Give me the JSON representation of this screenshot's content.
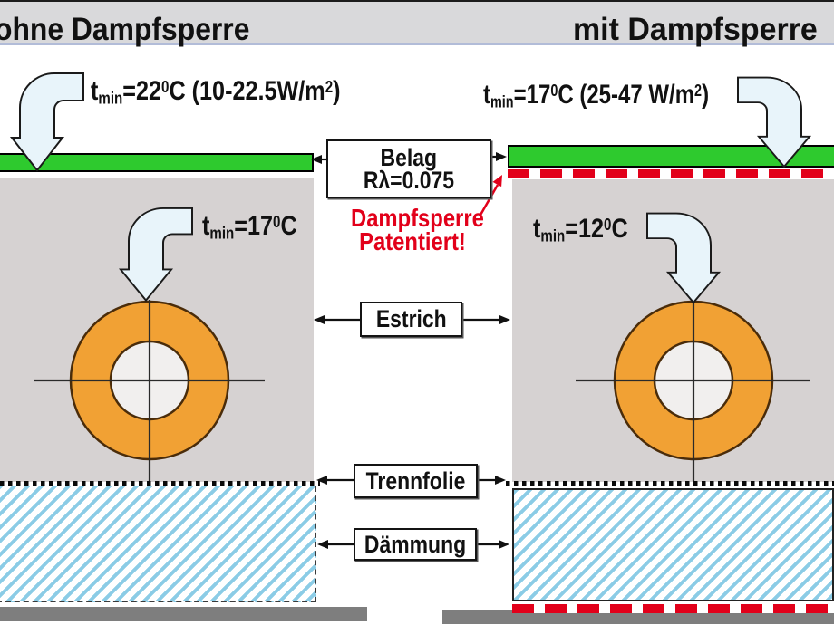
{
  "colors": {
    "green": "#2eca2e",
    "orange": "#f1a134",
    "panel_gray": "#d6d2d2",
    "hatch_blue": "#8bcce6",
    "bar_gray": "#7e7e7e",
    "red": "#e2001a",
    "arrow_fill": "#e8f4fa"
  },
  "header": {
    "left_title": "ohne Dampfsperre",
    "right_title": "mit Dampfsperre"
  },
  "center_labels": {
    "belag_line1": "Belag",
    "belag_line2": "Rλ=0.075",
    "note_line1": "Dampfsperre",
    "note_line2": "Patentiert!",
    "estrich": "Estrich",
    "trennfolie": "Trennfolie",
    "daemmung": "Dämmung"
  },
  "temp_labels": {
    "left_top": [
      {
        "k": "n",
        "t": "t"
      },
      {
        "k": "sub",
        "t": "min"
      },
      {
        "k": "n",
        "t": "=22"
      },
      {
        "k": "sup",
        "t": "0"
      },
      {
        "k": "n",
        "t": "C (10-22.5W/m"
      },
      {
        "k": "sup",
        "t": "2"
      },
      {
        "k": "n",
        "t": ")"
      }
    ],
    "right_top": [
      {
        "k": "n",
        "t": "t"
      },
      {
        "k": "sub",
        "t": "min"
      },
      {
        "k": "n",
        "t": "=17"
      },
      {
        "k": "sup",
        "t": "0"
      },
      {
        "k": "n",
        "t": "C (25-47 W/m"
      },
      {
        "k": "sup",
        "t": "2"
      },
      {
        "k": "n",
        "t": ")"
      }
    ],
    "left_mid": [
      {
        "k": "n",
        "t": "t"
      },
      {
        "k": "sub",
        "t": "min"
      },
      {
        "k": "n",
        "t": "=17"
      },
      {
        "k": "sup",
        "t": "0"
      },
      {
        "k": "n",
        "t": "C"
      }
    ],
    "right_mid": [
      {
        "k": "n",
        "t": "t"
      },
      {
        "k": "sub",
        "t": "min"
      },
      {
        "k": "n",
        "t": "=12"
      },
      {
        "k": "sup",
        "t": "0"
      },
      {
        "k": "n",
        "t": "C"
      }
    ]
  }
}
